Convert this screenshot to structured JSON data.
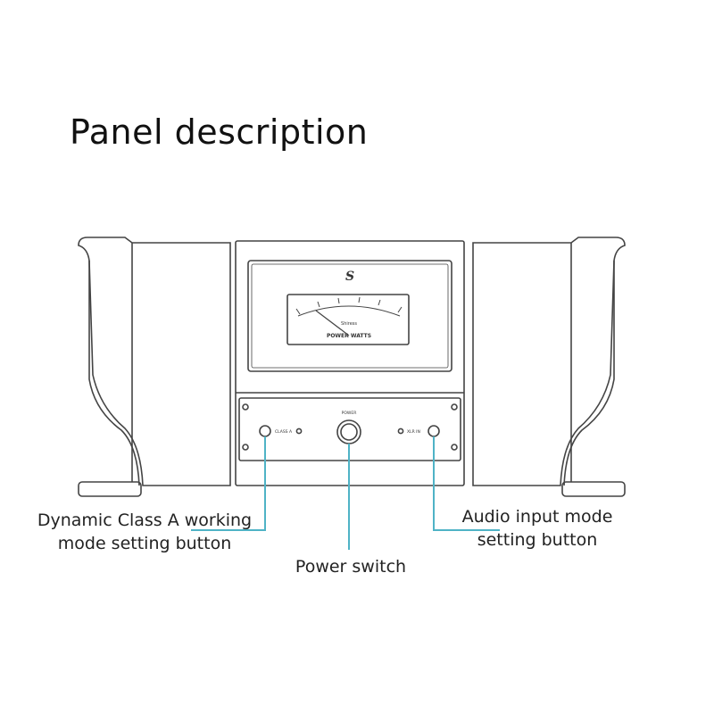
{
  "title": "Panel description",
  "device": {
    "logo_mark": "S",
    "meter_brand": "Shiress",
    "meter_label": "POWER WATTS",
    "left_led_label": "CLASS A",
    "power_label": "POWER",
    "right_led_label": "XLR IN"
  },
  "callouts": {
    "class_a": {
      "line1": "Dynamic Class A working",
      "line2": "mode setting button"
    },
    "power": {
      "line1": "Power switch"
    },
    "input": {
      "line1": "Audio input mode",
      "line2": "setting button"
    }
  },
  "colors": {
    "outline": "#444444",
    "leader": "#4fb3c6",
    "text": "#222222"
  }
}
